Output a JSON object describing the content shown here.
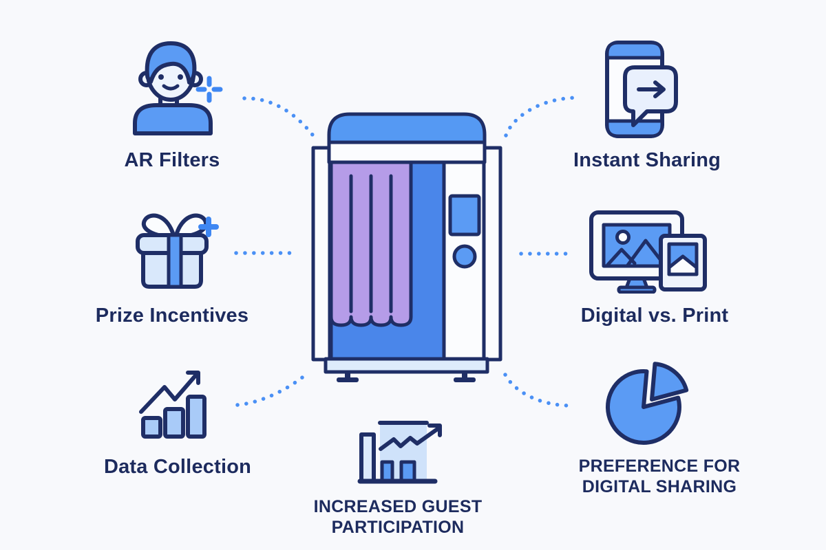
{
  "title": "Photo booth benefits infographic",
  "colors": {
    "background": "#f8f9fc",
    "outline_navy": "#1f2e66",
    "text_navy": "#1d2b5e",
    "bright_blue": "#5b9bf4",
    "booth_interior_blue": "#4a86ea",
    "roof_blue": "#5599f3",
    "dot_blue": "#4a90f5",
    "curtain_purple": "#b59ce8",
    "light_blue_fill": "#d9e8fb",
    "pale_fill": "#eef4fd",
    "base_blue": "#ddecfb",
    "bar_light_blue": "#a9cbf8",
    "accent_plus_blue": "#3f87f2"
  },
  "center": {
    "illustration": "photo-booth"
  },
  "features": {
    "ar_filters": {
      "label": "AR Filters",
      "icon": "person-face-icon"
    },
    "instant_sharing": {
      "label": "Instant Sharing",
      "icon": "phone-share-icon"
    },
    "prize_incentives": {
      "label": "Prize Incentives",
      "icon": "gift-icon"
    },
    "digital_vs_print": {
      "label": "Digital vs. Print",
      "icon": "monitor-photo-icon"
    },
    "data_collection": {
      "label": "Data Collection",
      "icon": "bar-chart-growth-icon"
    },
    "increased_guest_participation": {
      "label": "INCREASED GUEST PARTICIPATION",
      "icon": "line-chart-panel-icon"
    },
    "preference_digital_sharing": {
      "label": "PREFERENCE FOR DIGITAL SHARING",
      "icon": "pie-chart-icon"
    }
  }
}
